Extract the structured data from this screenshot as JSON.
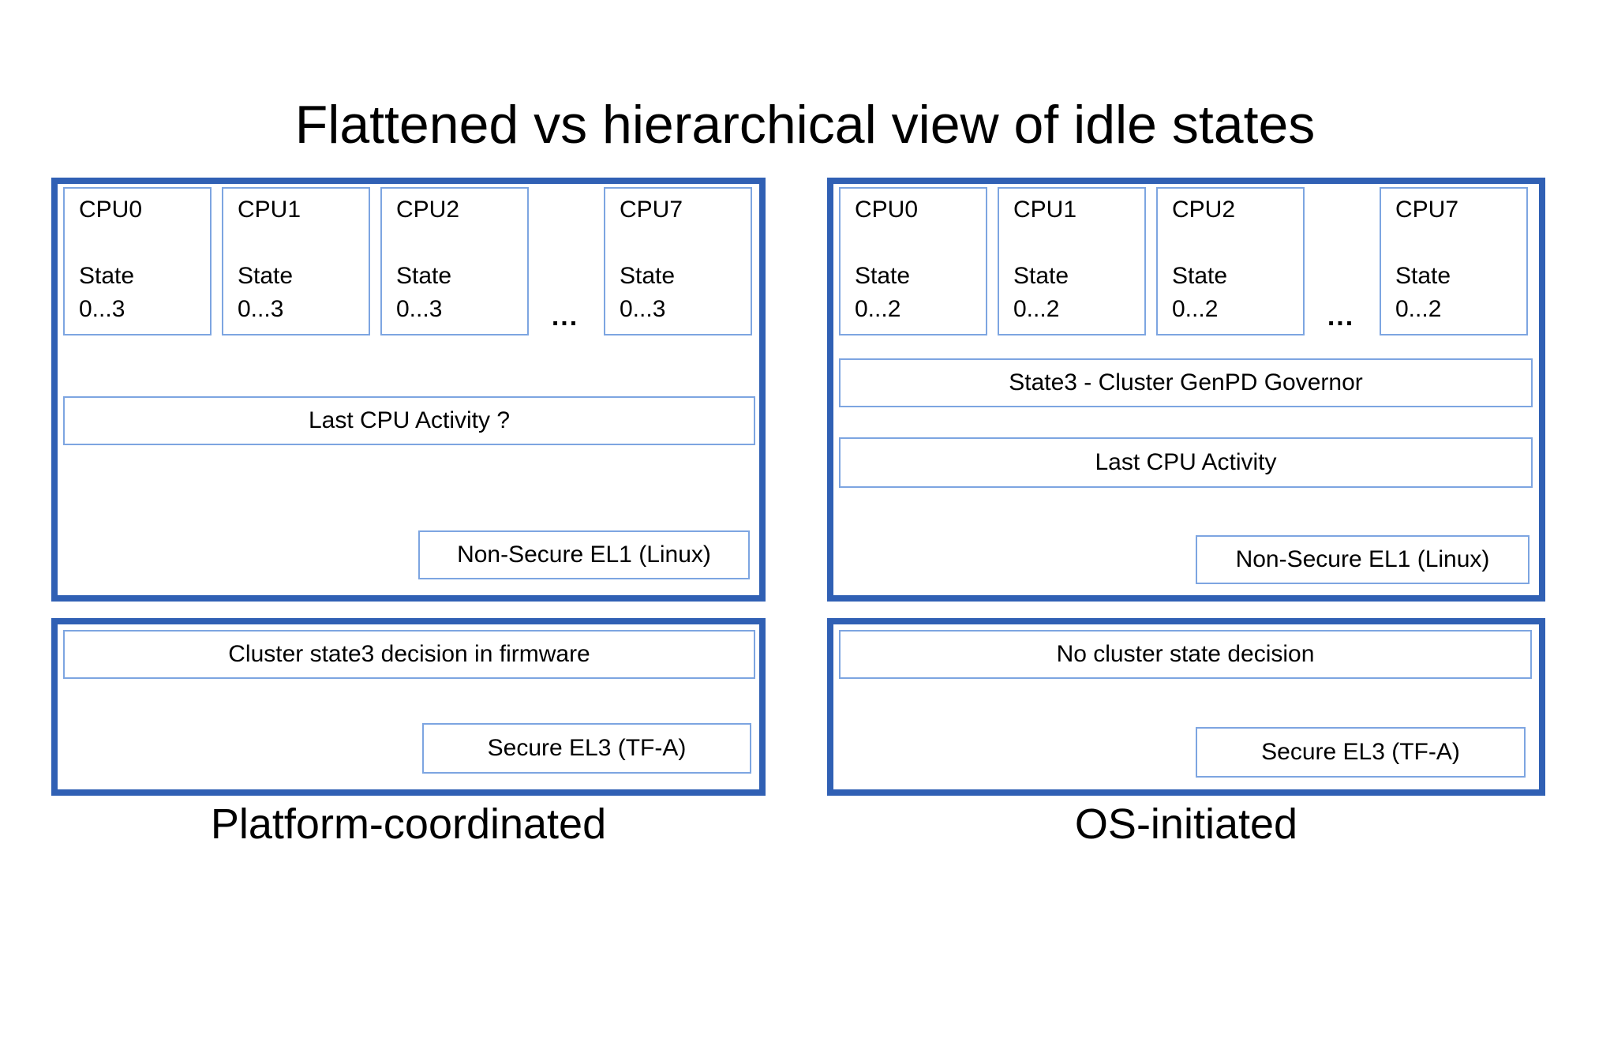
{
  "title": "Flattened vs hierarchical view of idle states",
  "colors": {
    "panel_border": "#3060b4",
    "box_border": "#7da5e1",
    "background": "#ffffff",
    "text": "#000000"
  },
  "platform_coordinated": {
    "caption": "Platform-coordinated",
    "nonsecure_panel": {
      "cpus": [
        {
          "name": "CPU0",
          "state_word": "State",
          "state_range": "0...3"
        },
        {
          "name": "CPU1",
          "state_word": "State",
          "state_range": "0...3"
        },
        {
          "name": "CPU2",
          "state_word": "State",
          "state_range": "0...3"
        },
        {
          "name": "CPU7",
          "state_word": "State",
          "state_range": "0...3"
        }
      ],
      "ellipsis": "...",
      "activity_box": "Last CPU Activity ?",
      "el_box": "Non-Secure EL1 (Linux)"
    },
    "secure_panel": {
      "decision_box": "Cluster state3 decision in firmware",
      "el_box": "Secure EL3 (TF-A)"
    }
  },
  "os_initiated": {
    "caption": "OS-initiated",
    "nonsecure_panel": {
      "cpus": [
        {
          "name": "CPU0",
          "state_word": "State",
          "state_range": "0...2"
        },
        {
          "name": "CPU1",
          "state_word": "State",
          "state_range": "0...2"
        },
        {
          "name": "CPU2",
          "state_word": "State",
          "state_range": "0...2"
        },
        {
          "name": "CPU7",
          "state_word": "State",
          "state_range": "0...2"
        }
      ],
      "ellipsis": "...",
      "governor_box": "State3 - Cluster GenPD Governor",
      "activity_box": "Last CPU Activity",
      "el_box": "Non-Secure EL1 (Linux)"
    },
    "secure_panel": {
      "decision_box": "No cluster state decision",
      "el_box": "Secure EL3 (TF-A)"
    }
  }
}
